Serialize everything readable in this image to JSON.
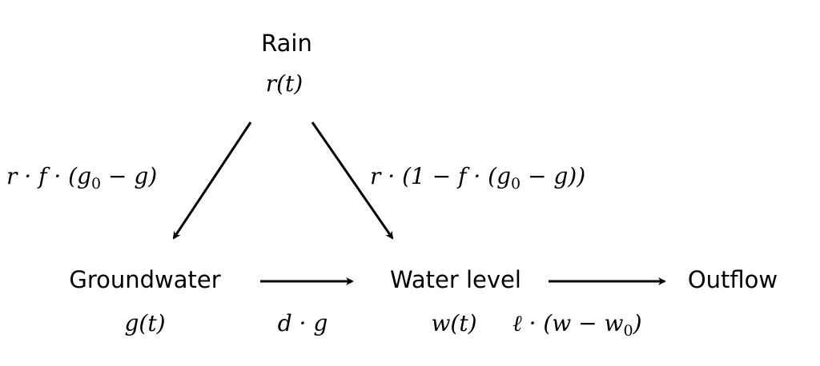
{
  "nodes": {
    "rain": {
      "label": "Rain",
      "var": "r(t)"
    },
    "groundwater": {
      "label": "Groundwater",
      "var": "g(t)"
    },
    "water_level": {
      "label": "Water level",
      "var": "w(t)"
    },
    "outflow": {
      "label": "Outflow"
    }
  },
  "edges": {
    "rain_to_groundwater": {
      "pre": "r · f · (g",
      "sub": "0",
      "post": " − g)"
    },
    "rain_to_water_level": {
      "pre": "r · (1 − f · (g",
      "sub": "0",
      "post": " − g))"
    },
    "groundwater_to_water_level": {
      "expr": "d · g"
    },
    "water_level_to_outflow": {
      "pre": "ℓ · (w − w",
      "sub": "0",
      "post": ")"
    }
  }
}
